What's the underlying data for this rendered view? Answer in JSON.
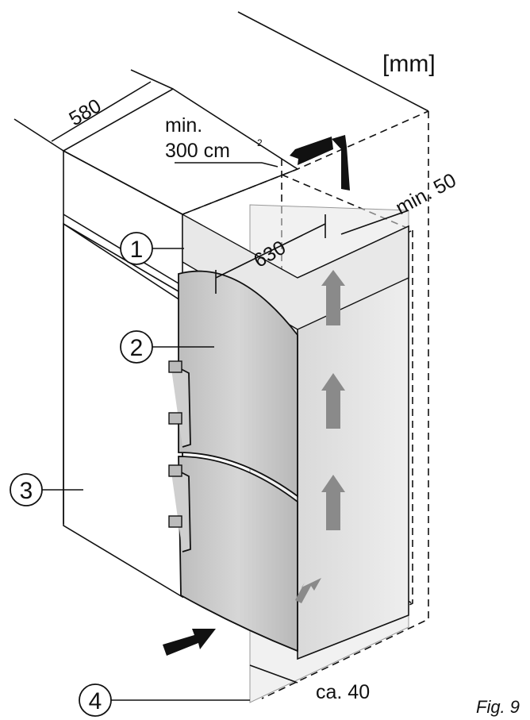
{
  "units": "[mm]",
  "dimensions": {
    "depth_top": "580",
    "vent_area_line1": "min.",
    "vent_area_line2": "300 cm",
    "vent_area_sup": "2",
    "depth_appliance": "630",
    "gap_rear": "min. 50",
    "gap_front": "ca. 40"
  },
  "callouts": [
    "1",
    "2",
    "3",
    "4"
  ],
  "figure_label": "Fig. 9",
  "colors": {
    "line": "#111111",
    "appliance_fill": "#c9c9c9",
    "arrow_airflow": "#8a8a8a",
    "arrow_intake": "#111111"
  }
}
